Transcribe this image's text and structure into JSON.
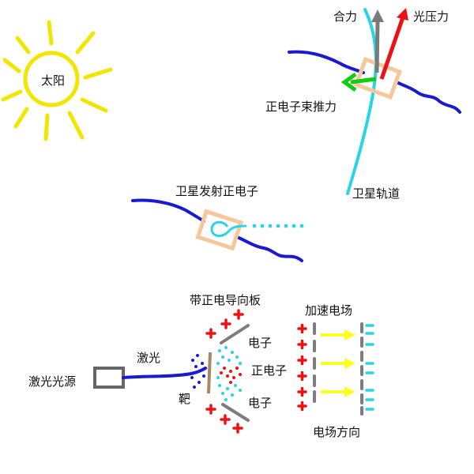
{
  "labels": {
    "sun": "太阳",
    "resultant": "合力",
    "light_pressure": "光压力",
    "positron_thrust": "正电子束推力",
    "satellite_orbit": "卫星轨道",
    "satellite_emits_positrons": "卫星发射正电子",
    "charged_plate": "带正电导向板",
    "accel_field": "加速电场",
    "laser": "激光",
    "laser_source": "激光光源",
    "electron_top": "电子",
    "positron": "正电子",
    "target": "靶",
    "electron_bottom": "电子",
    "field_direction": "电场方向"
  },
  "colors": {
    "sun": "#f2e600",
    "orbit": "#2ad4e8",
    "cable": "#1a1ad0",
    "satellite": "#f6c79a",
    "resultant_arrow": "#7a7a7a",
    "pressure_arrow": "#ee1111",
    "thrust_arrow": "#11cc11",
    "plate": "#7d7d7d",
    "field_arrow": "#ffff22"
  },
  "icons": {
    "sun": "sun-icon",
    "satellite": "satellite-icon",
    "laser_source": "laser-source-box-icon"
  }
}
